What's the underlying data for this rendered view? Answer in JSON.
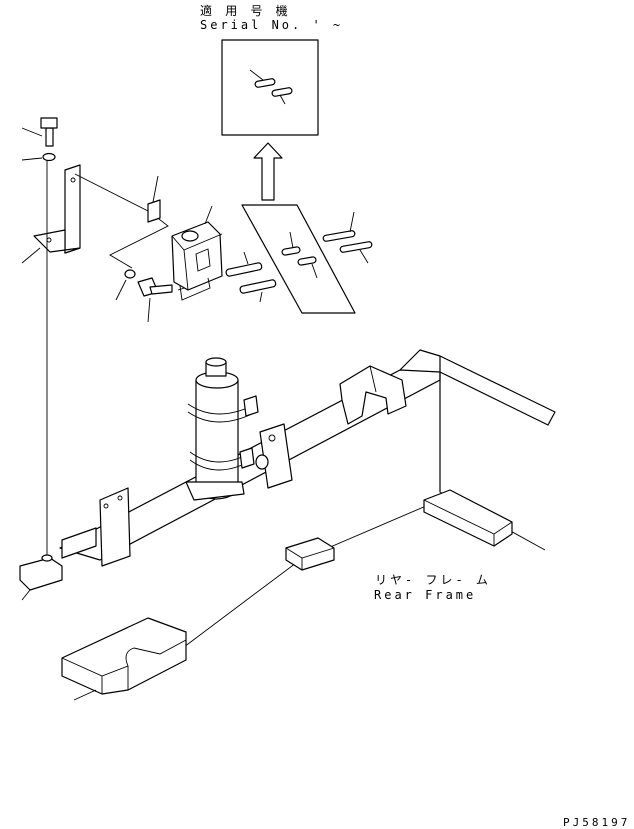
{
  "header": {
    "title_jp": "適 用 号 機",
    "serial_label": "Serial No.  '  ~"
  },
  "labels": {
    "rear_frame_jp": "リヤ- フレ- ム",
    "rear_frame_en": "Rear Frame"
  },
  "drawing_number": "PJ58197"
}
